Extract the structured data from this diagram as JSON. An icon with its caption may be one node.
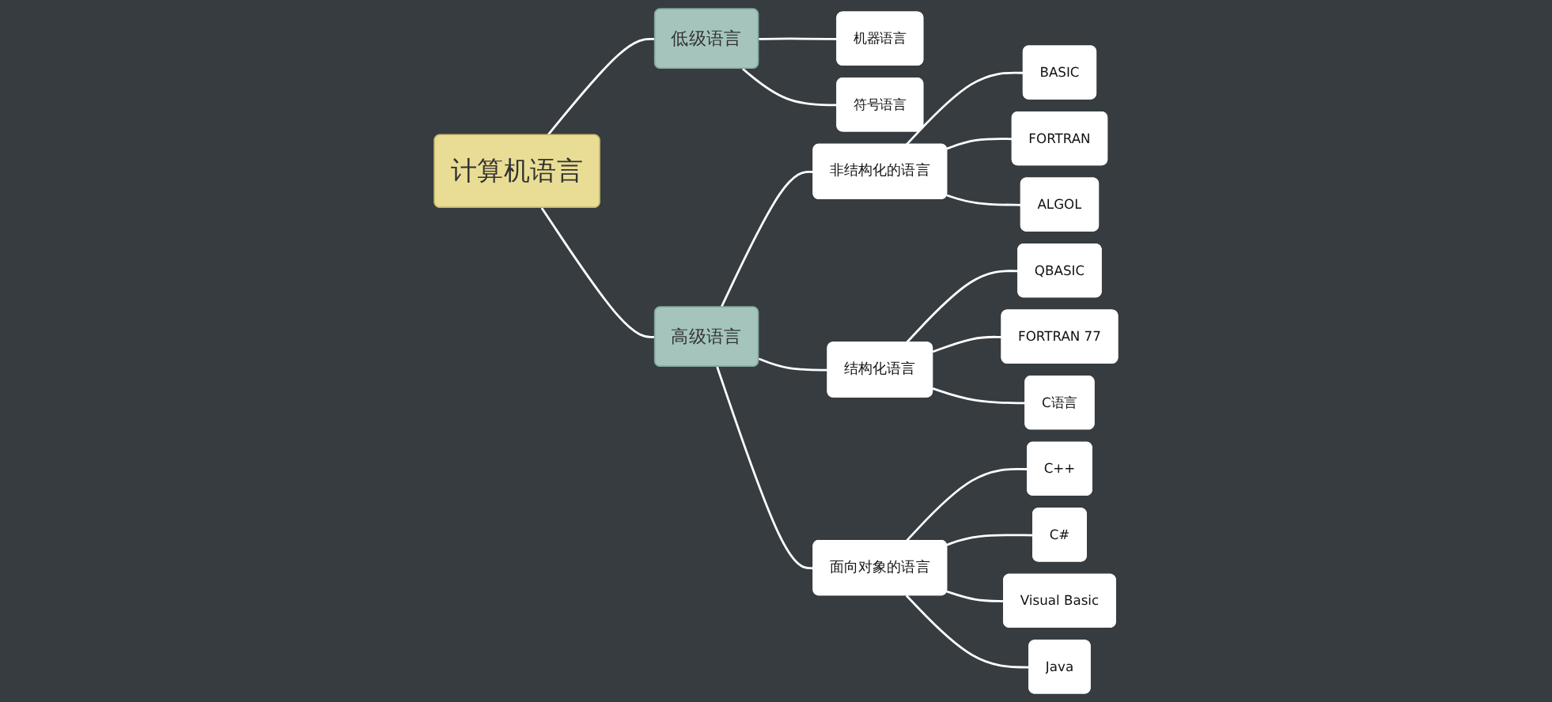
{
  "diagram": {
    "nodes": [
      {
        "text": [
          "计算机语言"
        ]
      },
      {
        "text": [
          "低级语言"
        ]
      },
      {
        "text": [
          "机器语言"
        ]
      },
      {
        "text": [
          "符号语言"
        ]
      },
      {
        "text": [
          "高级语言"
        ]
      },
      {
        "text": [
          "非结构化的语言"
        ]
      },
      {
        "text": [
          "BASIC"
        ]
      },
      {
        "text": [
          "FORTRAN"
        ]
      },
      {
        "text": [
          "ALGOL"
        ]
      },
      {
        "text": [
          "结构化语言"
        ]
      },
      {
        "text": [
          "QBASIC"
        ]
      },
      {
        "text": [
          "FORTRAN 77"
        ]
      },
      {
        "text": [
          "C语言"
        ]
      },
      {
        "text": [
          "面向对象的语言"
        ]
      },
      {
        "text": [
          "C++"
        ]
      },
      {
        "text": [
          "C#"
        ]
      },
      {
        "text": [
          "Visual Basic"
        ]
      },
      {
        "text": [
          "Java"
        ]
      }
    ],
    "edges": [
      {
        "from": 0,
        "to": 1,
        "arrow": "none"
      },
      {
        "from": 1,
        "to": 2,
        "arrow": "none"
      },
      {
        "from": 1,
        "to": 3,
        "arrow": "none"
      },
      {
        "from": 0,
        "to": 4,
        "arrow": "none"
      },
      {
        "from": 4,
        "to": 5,
        "arrow": "none"
      },
      {
        "from": 5,
        "to": 6,
        "arrow": "none"
      },
      {
        "from": 5,
        "to": 7,
        "arrow": "none"
      },
      {
        "from": 5,
        "to": 8,
        "arrow": "none"
      },
      {
        "from": 4,
        "to": 9,
        "arrow": "none"
      },
      {
        "from": 9,
        "to": 10,
        "arrow": "none"
      },
      {
        "from": 9,
        "to": 11,
        "arrow": "none"
      },
      {
        "from": 9,
        "to": 12,
        "arrow": "none"
      },
      {
        "from": 4,
        "to": 13,
        "arrow": "none"
      },
      {
        "from": 13,
        "to": 14,
        "arrow": "none"
      },
      {
        "from": 13,
        "to": 15,
        "arrow": "none"
      },
      {
        "from": 13,
        "to": 16,
        "arrow": "none"
      },
      {
        "from": 13,
        "to": 17,
        "arrow": "none"
      }
    ]
  }
}
